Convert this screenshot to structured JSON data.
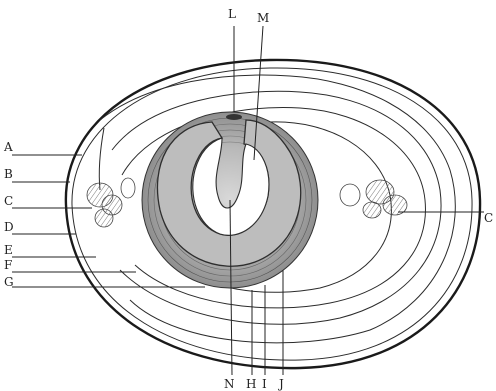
{
  "labels": {
    "A": "A",
    "B": "B",
    "C": "C",
    "D": "D",
    "E": "E",
    "F": "F",
    "G": "G",
    "L": "L",
    "M": "M",
    "N": "N",
    "H": "H",
    "I": "I",
    "J": "J",
    "C2": "C"
  },
  "colors": {
    "ink": "#1a1a1a",
    "embryo_shading": "#9a9a9a",
    "background": "#ffffff"
  }
}
